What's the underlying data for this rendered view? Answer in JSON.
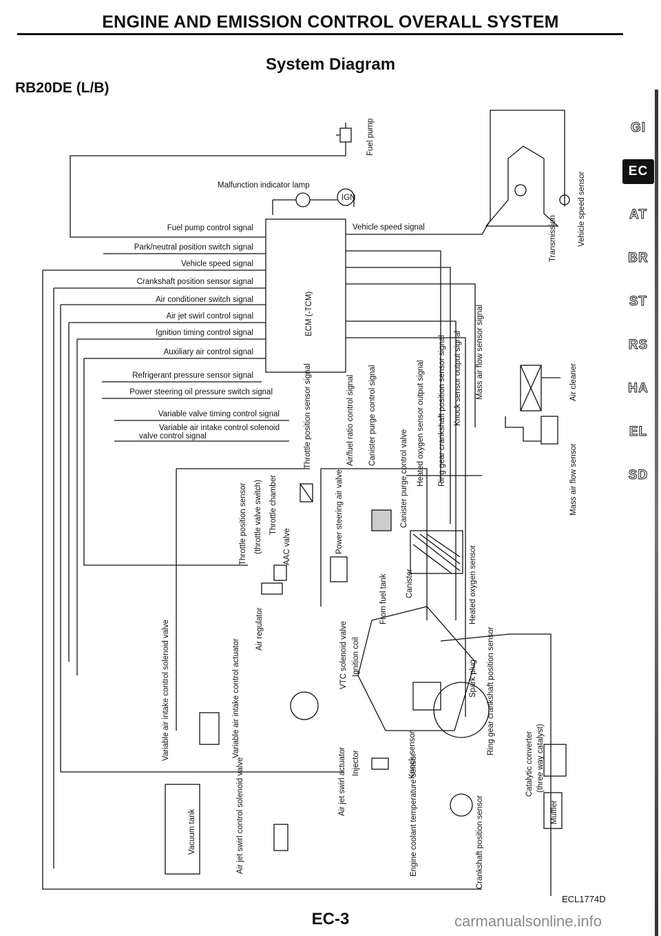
{
  "header": {
    "title": "ENGINE AND EMISSION CONTROL OVERALL SYSTEM",
    "subtitle": "System Diagram",
    "model": "RB20DE (L/B)"
  },
  "tabs": [
    {
      "label": "GI",
      "active": false
    },
    {
      "label": "EC",
      "active": true
    },
    {
      "label": "AT",
      "active": false
    },
    {
      "label": "BR",
      "active": false
    },
    {
      "label": "ST",
      "active": false
    },
    {
      "label": "RS",
      "active": false
    },
    {
      "label": "HA",
      "active": false
    },
    {
      "label": "EL",
      "active": false
    },
    {
      "label": "SD",
      "active": false
    }
  ],
  "ecm": {
    "label": "ECM (-TCM)"
  },
  "top_labels": {
    "fuel_pump": "Fuel pump",
    "mil": "Malfunction indicator lamp",
    "ign": "IGN",
    "vehicle_speed_signal": "Vehicle speed signal",
    "transmission": "Transmission",
    "vehicle_speed_sensor": "Vehicle speed sensor"
  },
  "signals_left": [
    "Fuel pump control signal",
    "Park/neutral position switch signal",
    "Vehicle speed signal",
    "Crankshaft position sensor signal",
    "Air conditioner switch signal",
    "Air jet swirl control signal",
    "Ignition timing control signal",
    "Auxiliary air control signal",
    "Refrigerant pressure sensor signal",
    "Power steering oil pressure switch signal",
    "Variable valve timing control signal",
    "Variable air intake control solenoid",
    "valve control signal"
  ],
  "signals_bottom": [
    "Throttle position sensor signal",
    "Air/fuel ratio control signal",
    "Canister purge control signal"
  ],
  "signals_right": [
    "Heated oxygen sensor output signal",
    "Ring gear crankshaft position sensor signal",
    "Knock sensor output signal",
    "Mass air flow sensor signal"
  ],
  "components": {
    "air_cleaner": "Air cleaner",
    "maf_sensor": "Mass air flow sensor",
    "tps": "Throttle position sensor",
    "tps_sub": "(throttle valve switch)",
    "throttle_chamber": "Throttle chamber",
    "aac_valve": "AAC valve",
    "air_regulator": "Air regulator",
    "ps_air_valve": "Power steering air valve",
    "canister_purge_valve": "Canister purge control valve",
    "canister": "Canister",
    "from_fuel_tank": "From fuel tank",
    "heated_o2": "Heated oxygen sensor",
    "vtc_valve": "VTC solenoid valve",
    "ignition_coil": "Ignition coil",
    "spark_plug": "Spark plug",
    "ring_gear_sensor": "Ring gear crankshaft position sensor",
    "via_solenoid": "Variable air intake control solenoid valve",
    "via_actuator": "Variable air intake control actuator",
    "injector": "Injector",
    "knock_sensor": "Knock sensor",
    "catalytic": "Catalytic converter",
    "catalytic_sub": "(three way catalyst)",
    "muffler": "Muffler",
    "vacuum_tank": "Vacuum tank",
    "air_jet_solenoid": "Air jet swirl control solenoid valve",
    "air_jet_actuator": "Air jet swirl actuator",
    "coolant_sensor": "Engine coolant temperature sensor",
    "crank_sensor": "Crankshaft position sensor"
  },
  "footer": {
    "code": "ECL1774D",
    "page": "EC-3",
    "watermark": "carmanualsonline.info"
  }
}
